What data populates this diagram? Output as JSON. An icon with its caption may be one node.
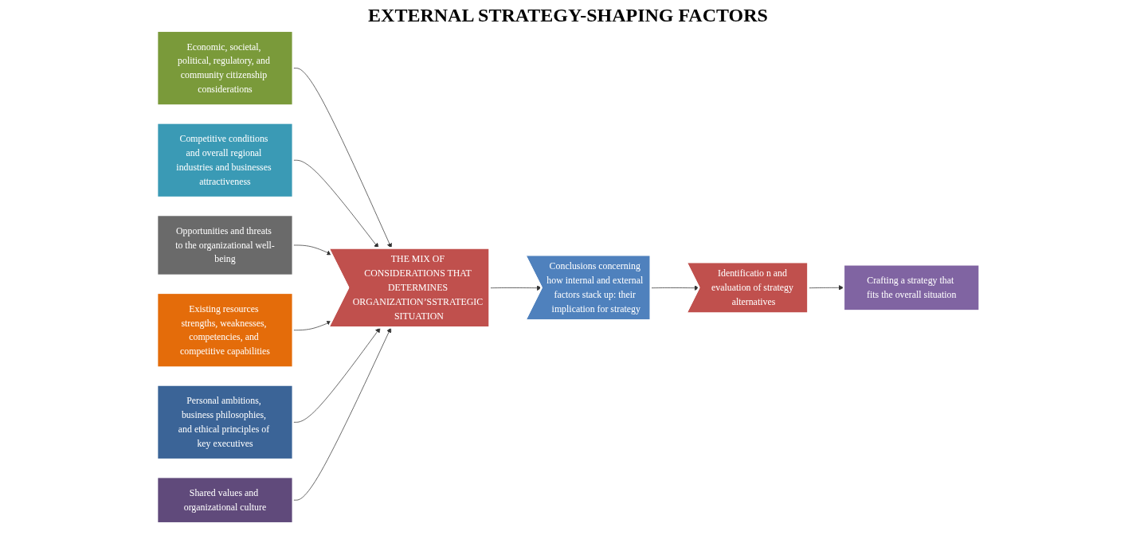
{
  "diagram": {
    "title": "EXTERNAL STRATEGY-SHAPING FACTORS",
    "nodes": [
      {
        "text": [
          "Economic, societal, political, regulatory, and community citizenship considerations"
        ]
      },
      {
        "text": [
          "Competitive conditions and overall regional industries and businesses attractiveness"
        ]
      },
      {
        "text": [
          "Opportunities and threats to the organizational well-being"
        ]
      },
      {
        "text": [
          "THE MIX OF CONSIDERATIONS THAT DETERMINES ORGANIZATION’SSTRATEGIC SITUATION"
        ]
      },
      {
        "text": [
          "Existing resources strengths, weaknesses, competencies, and competitive capabilities"
        ]
      },
      {
        "text": [
          "Personal ambitions, business philosophies, and ethical principles of key executives"
        ]
      },
      {
        "text": [
          "Shared values and organizational culture"
        ]
      },
      {
        "text": [
          "Conclusions concerning how internal and external factors stack up: their implication for strategy"
        ]
      },
      {
        "text": [
          "Identificatio n and evaluation of strategy alternatives"
        ]
      },
      {
        "text": [
          "Crafting a strategy that fits the overall situation"
        ]
      }
    ],
    "edges": [
      {
        "from": 0,
        "to": 3,
        "arrow": "to"
      },
      {
        "from": 1,
        "to": 3,
        "arrow": "to"
      },
      {
        "from": 2,
        "to": 3,
        "arrow": "to"
      },
      {
        "from": 4,
        "to": 3,
        "arrow": "to"
      },
      {
        "from": 5,
        "to": 3,
        "arrow": "to"
      },
      {
        "from": 6,
        "to": 3,
        "arrow": "to"
      },
      {
        "from": 3,
        "to": 7,
        "arrow": "to"
      },
      {
        "from": 7,
        "to": 8,
        "arrow": "to"
      },
      {
        "from": 8,
        "to": 9,
        "arrow": "to"
      }
    ]
  }
}
